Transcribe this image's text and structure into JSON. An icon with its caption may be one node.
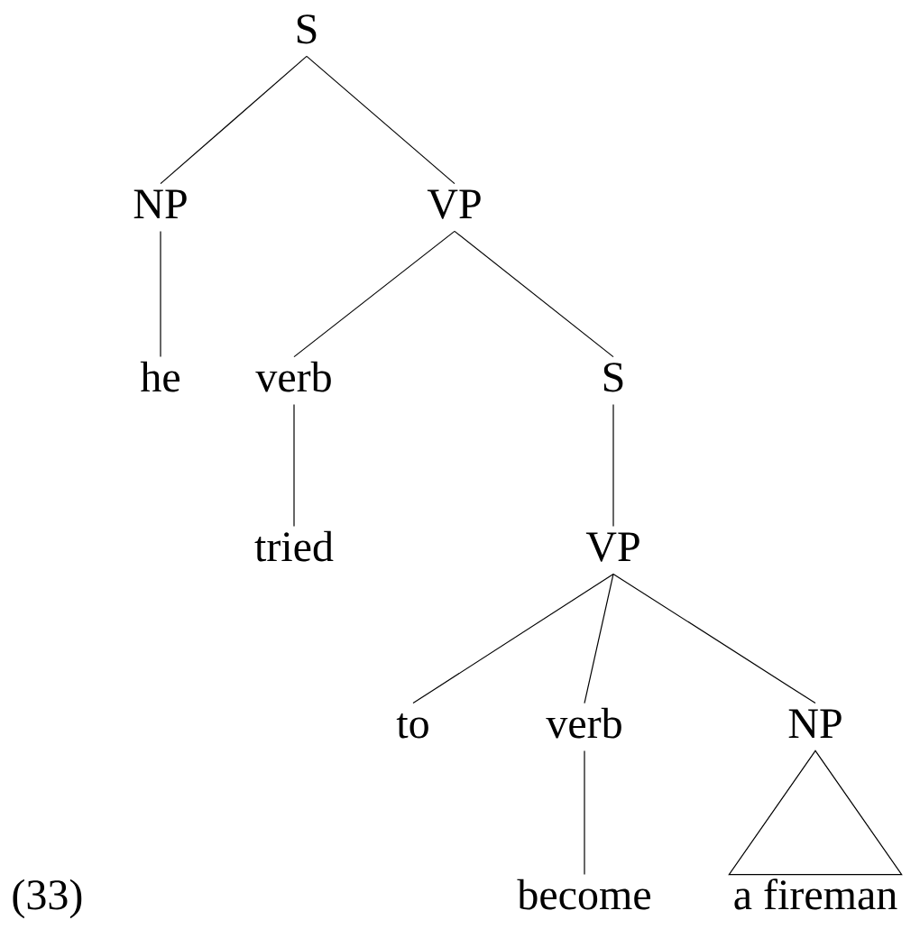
{
  "diagram": {
    "nodes": [
      {
        "text": [
          "S"
        ]
      },
      {
        "text": [
          "NP"
        ]
      },
      {
        "text": [
          "VP"
        ]
      },
      {
        "text": [
          "he"
        ]
      },
      {
        "text": [
          "verb"
        ]
      },
      {
        "text": [
          "S"
        ]
      },
      {
        "text": [
          "tried"
        ]
      },
      {
        "text": [
          "VP"
        ]
      },
      {
        "text": [
          "to"
        ]
      },
      {
        "text": [
          "verb"
        ]
      },
      {
        "text": [
          "NP"
        ]
      },
      {
        "text": [
          "become"
        ]
      },
      {
        "text": [
          "a fireman"
        ]
      }
    ],
    "edges": [
      {
        "from": 0,
        "to": 1,
        "arrow": "none"
      },
      {
        "from": 0,
        "to": 2,
        "arrow": "none"
      },
      {
        "from": 1,
        "to": 3,
        "arrow": "none"
      },
      {
        "from": 2,
        "to": 4,
        "arrow": "none"
      },
      {
        "from": 2,
        "to": 5,
        "arrow": "none"
      },
      {
        "from": 4,
        "to": 6,
        "arrow": "none"
      },
      {
        "from": 5,
        "to": 7,
        "arrow": "none"
      },
      {
        "from": 7,
        "to": 8,
        "arrow": "none"
      },
      {
        "from": 7,
        "to": 9,
        "arrow": "none"
      },
      {
        "from": 7,
        "to": 10,
        "arrow": "none"
      },
      {
        "from": 9,
        "to": 11,
        "arrow": "none"
      },
      {
        "from": 10,
        "to": 12,
        "arrow": "none"
      }
    ],
    "labels": [
      "(33)"
    ]
  }
}
